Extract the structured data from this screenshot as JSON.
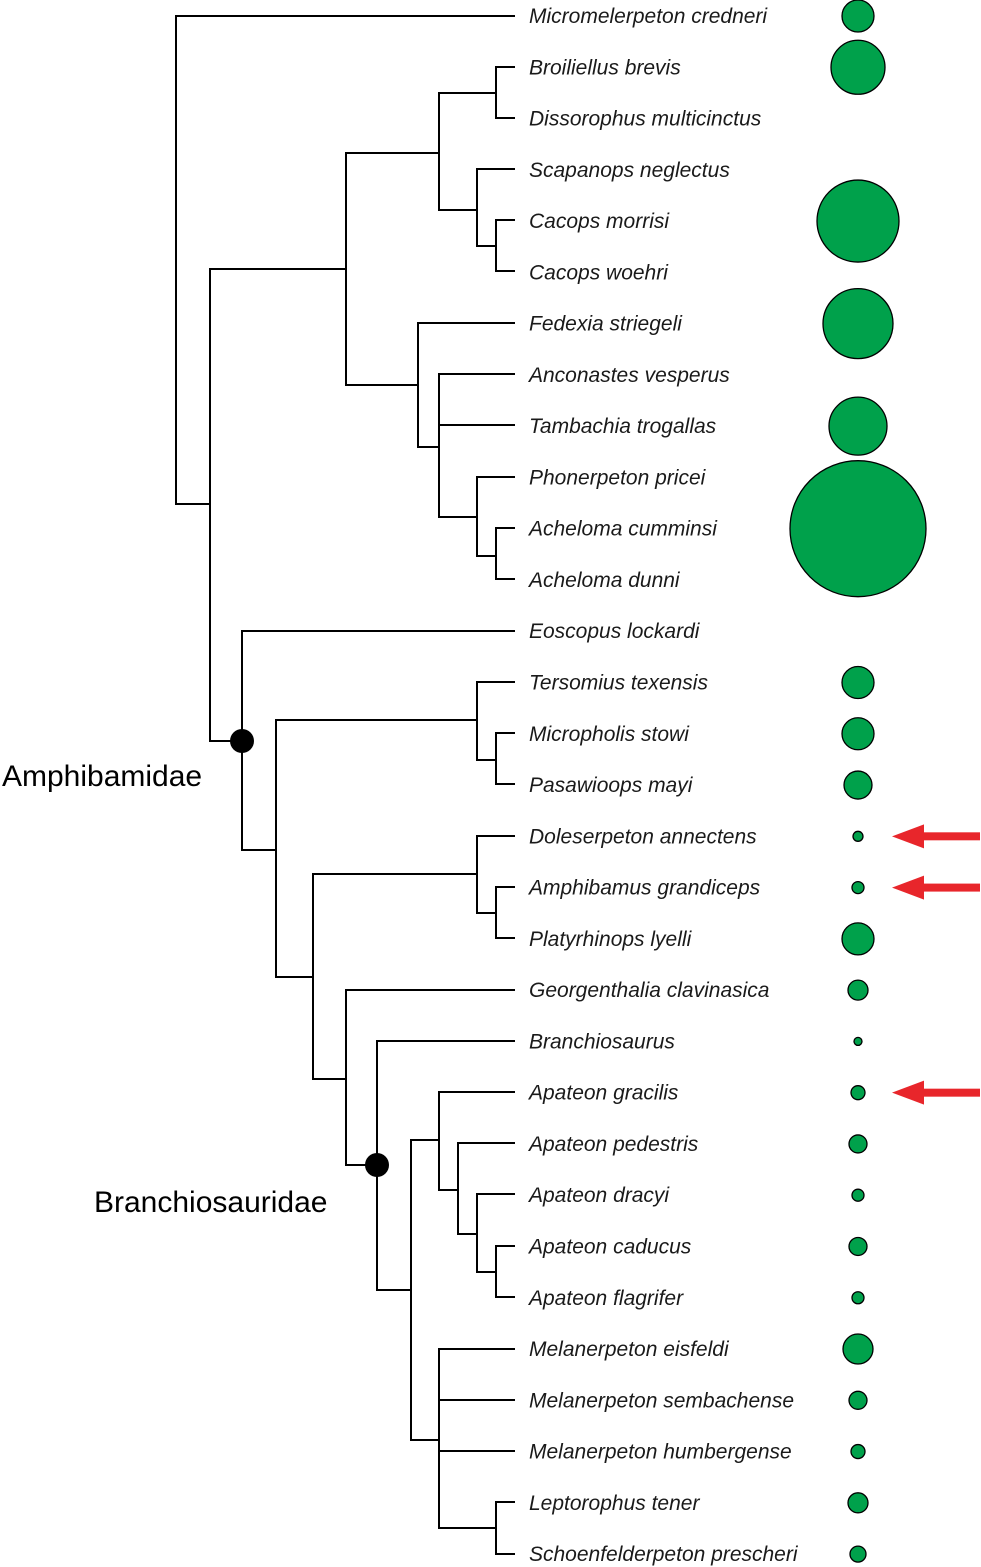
{
  "taxa": [
    "Micromelerpeton credneri",
    "Broiliellus brevis",
    "Dissorophus multicinctus",
    "Scapanops neglectus",
    "Cacops morrisi",
    "Cacops woehri",
    "Fedexia striegeli",
    "Anconastes vesperus",
    "Tambachia trogallas",
    "Phonerpeton pricei",
    "Acheloma cumminsi",
    "Acheloma dunni",
    "Eoscopus lockardi",
    "Tersomius texensis",
    "Micropholis stowi",
    "Pasawioops mayi",
    "Doleserpeton annectens",
    "Amphibamus grandiceps",
    "Platyrhinops lyelli",
    "Georgenthalia clavinasica",
    "Branchiosaurus",
    "Apateon gracilis",
    "Apateon pedestris",
    "Apateon dracyi",
    "Apateon caducus",
    "Apateon flagrifer",
    "Melanerpeton eisfeldi",
    "Melanerpeton sembachense",
    "Melanerpeton humbergense",
    "Leptorophus tener",
    "Schoenfelderpeton prescheri"
  ],
  "relative_size": [
    16,
    27,
    null,
    null,
    41,
    null,
    35,
    null,
    29,
    null,
    68,
    null,
    null,
    16,
    16,
    14,
    5,
    6,
    16,
    10,
    4,
    7,
    9,
    6,
    9,
    6,
    15,
    9,
    7,
    10,
    8
  ],
  "arrows_at": [
    "Doleserpeton annectens",
    "Amphibamus grandiceps",
    "Apateon gracilis"
  ],
  "clades": {
    "amphibamidae": "Amphibamidae",
    "branchiosauridae": "Branchiosauridae"
  },
  "colors": {
    "circle_fill": "#00a14b",
    "arrow": "#e8262b",
    "branch": "#000000"
  }
}
